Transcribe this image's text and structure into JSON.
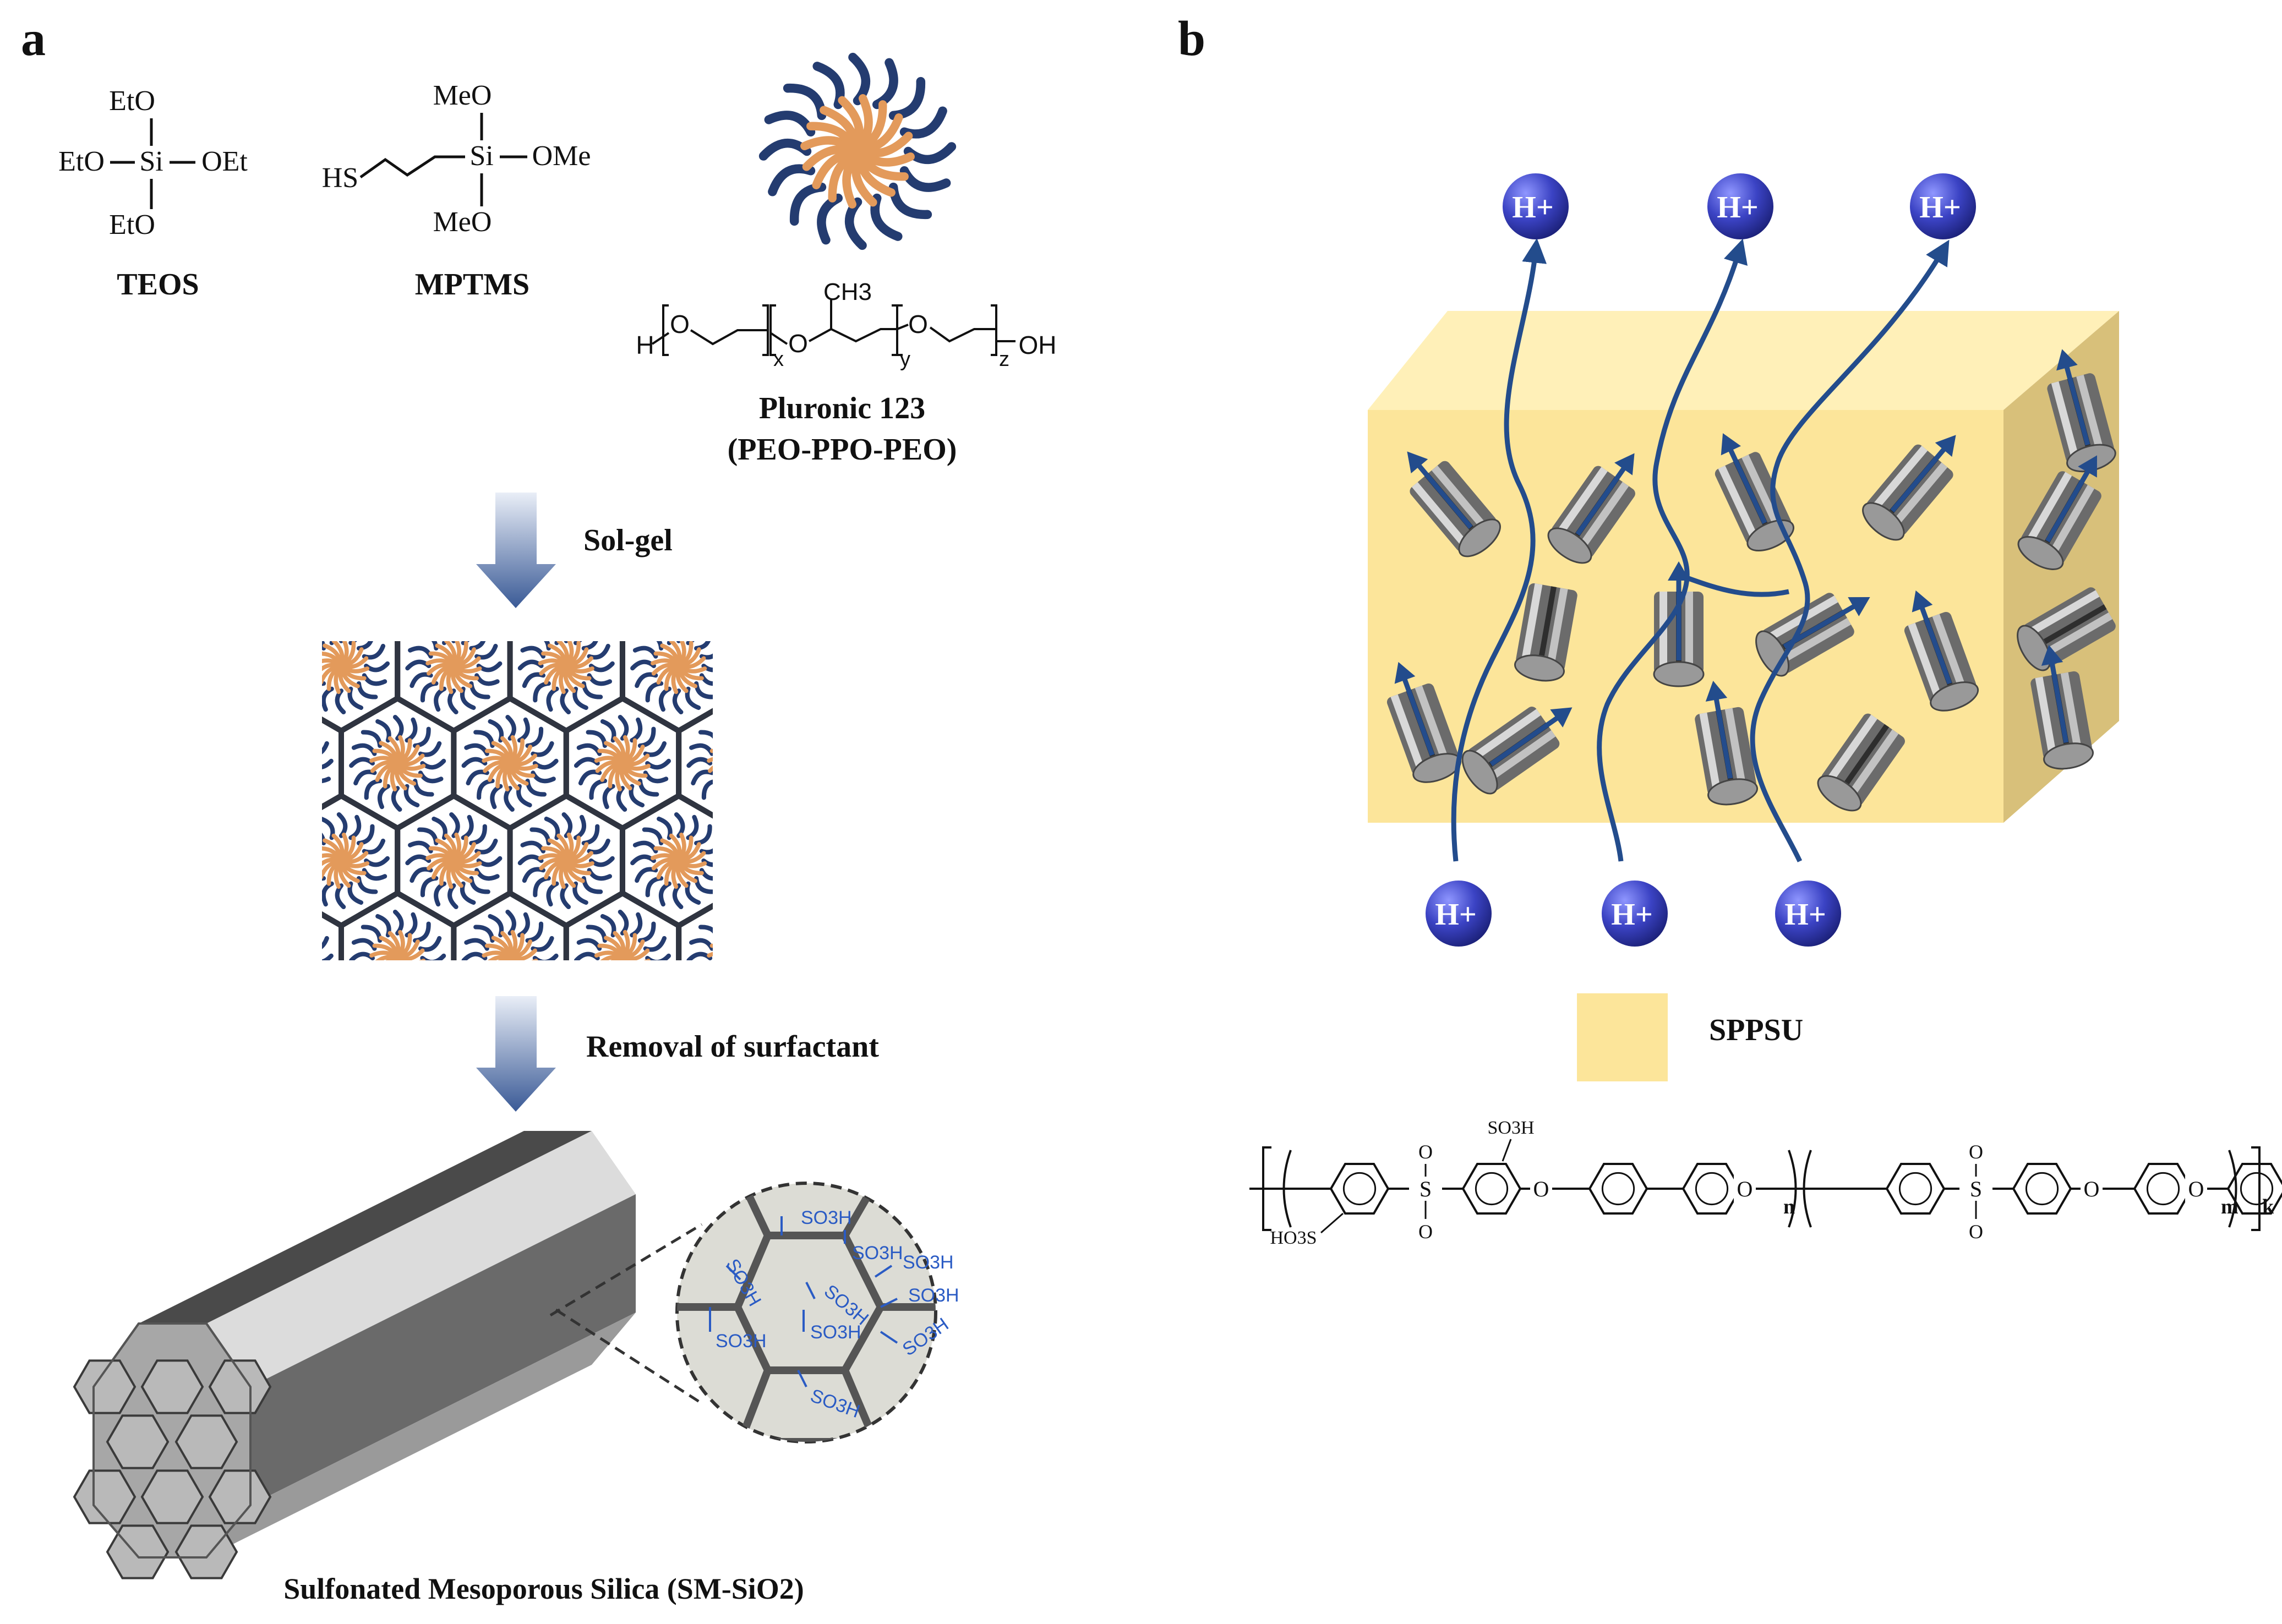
{
  "panel_a": {
    "label": "a",
    "teos": {
      "substituents": [
        "EtO",
        "EtO",
        "OEt",
        "EtO"
      ],
      "center": "Si",
      "name": "TEOS"
    },
    "mptms": {
      "substituents": [
        "MeO",
        "OMe",
        "MeO"
      ],
      "thiol": "HS",
      "center": "Si",
      "name": "MPTMS"
    },
    "pluronic": {
      "formula_h": "H",
      "formula_o": "O",
      "formula_ch3": "CH3",
      "subscripts": [
        "x",
        "y",
        "z"
      ],
      "formula_end": "OH",
      "name": "Pluronic 123",
      "composition": "(PEO-PPO-PEO)"
    },
    "step1": "Sol-gel",
    "step2": "Removal of surfactant",
    "sulfonic_group": "SO3H",
    "product": "Sulfonated Mesoporous Silica (SM-SiO2)"
  },
  "panel_b": {
    "label": "b",
    "proton": "H+",
    "legend": "SPPSU",
    "polymer": {
      "so3h": "SO3H",
      "ho3s": "HO3S",
      "s": "S",
      "o": "O",
      "subscripts": [
        "n",
        "m",
        "k"
      ]
    }
  },
  "colors": {
    "micelle_core": "#e39a5b",
    "micelle_shell": "#243c70",
    "membrane": "#fce59a",
    "proton": "#3b43c4",
    "pathway": "#234c8c"
  }
}
